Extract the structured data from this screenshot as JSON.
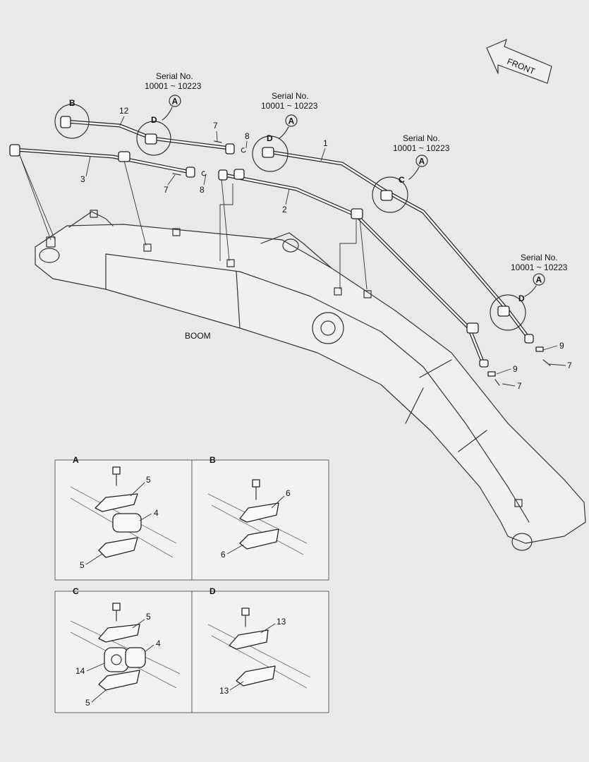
{
  "front_label": "FRONT",
  "boom_label": "BOOM",
  "serial": {
    "title": "Serial No.",
    "range": "10001 ~ 10223"
  },
  "view_letters": {
    "a": "A",
    "b": "B",
    "c": "C",
    "d": "D"
  },
  "part_numbers": {
    "p1": "1",
    "p2": "2",
    "p3": "3",
    "p4": "4",
    "p5": "5",
    "p6": "6",
    "p7": "7",
    "p8": "8",
    "p9": "9",
    "p12": "12",
    "p13": "13",
    "p14": "14"
  },
  "colors": {
    "background": "#e9e9e9",
    "line": "#333333",
    "panel": "#f2f2f2"
  }
}
